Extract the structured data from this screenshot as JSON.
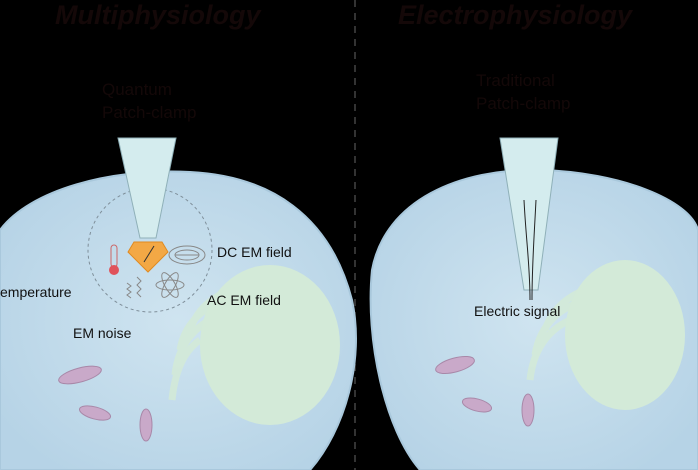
{
  "panels": {
    "left": {
      "title": "Multiphysiology",
      "probe_line1": "Quantum",
      "probe_line2": "Patch-clamp",
      "labels": {
        "temperature": "emperature",
        "dc_field": "DC EM field",
        "ac_field": "AC EM field",
        "noise": "EM noise"
      }
    },
    "right": {
      "title": "Electrophysiology",
      "probe_line1": "Traditional",
      "probe_line2": "Patch-clamp",
      "labels": {
        "signal": "Electric signal"
      }
    }
  },
  "colors": {
    "cell": "#c9e0ee",
    "nucleus": "#d3ead8",
    "mito": "#c9a9c9",
    "diamond": "#f3a845",
    "thermo": "#e0525a"
  }
}
